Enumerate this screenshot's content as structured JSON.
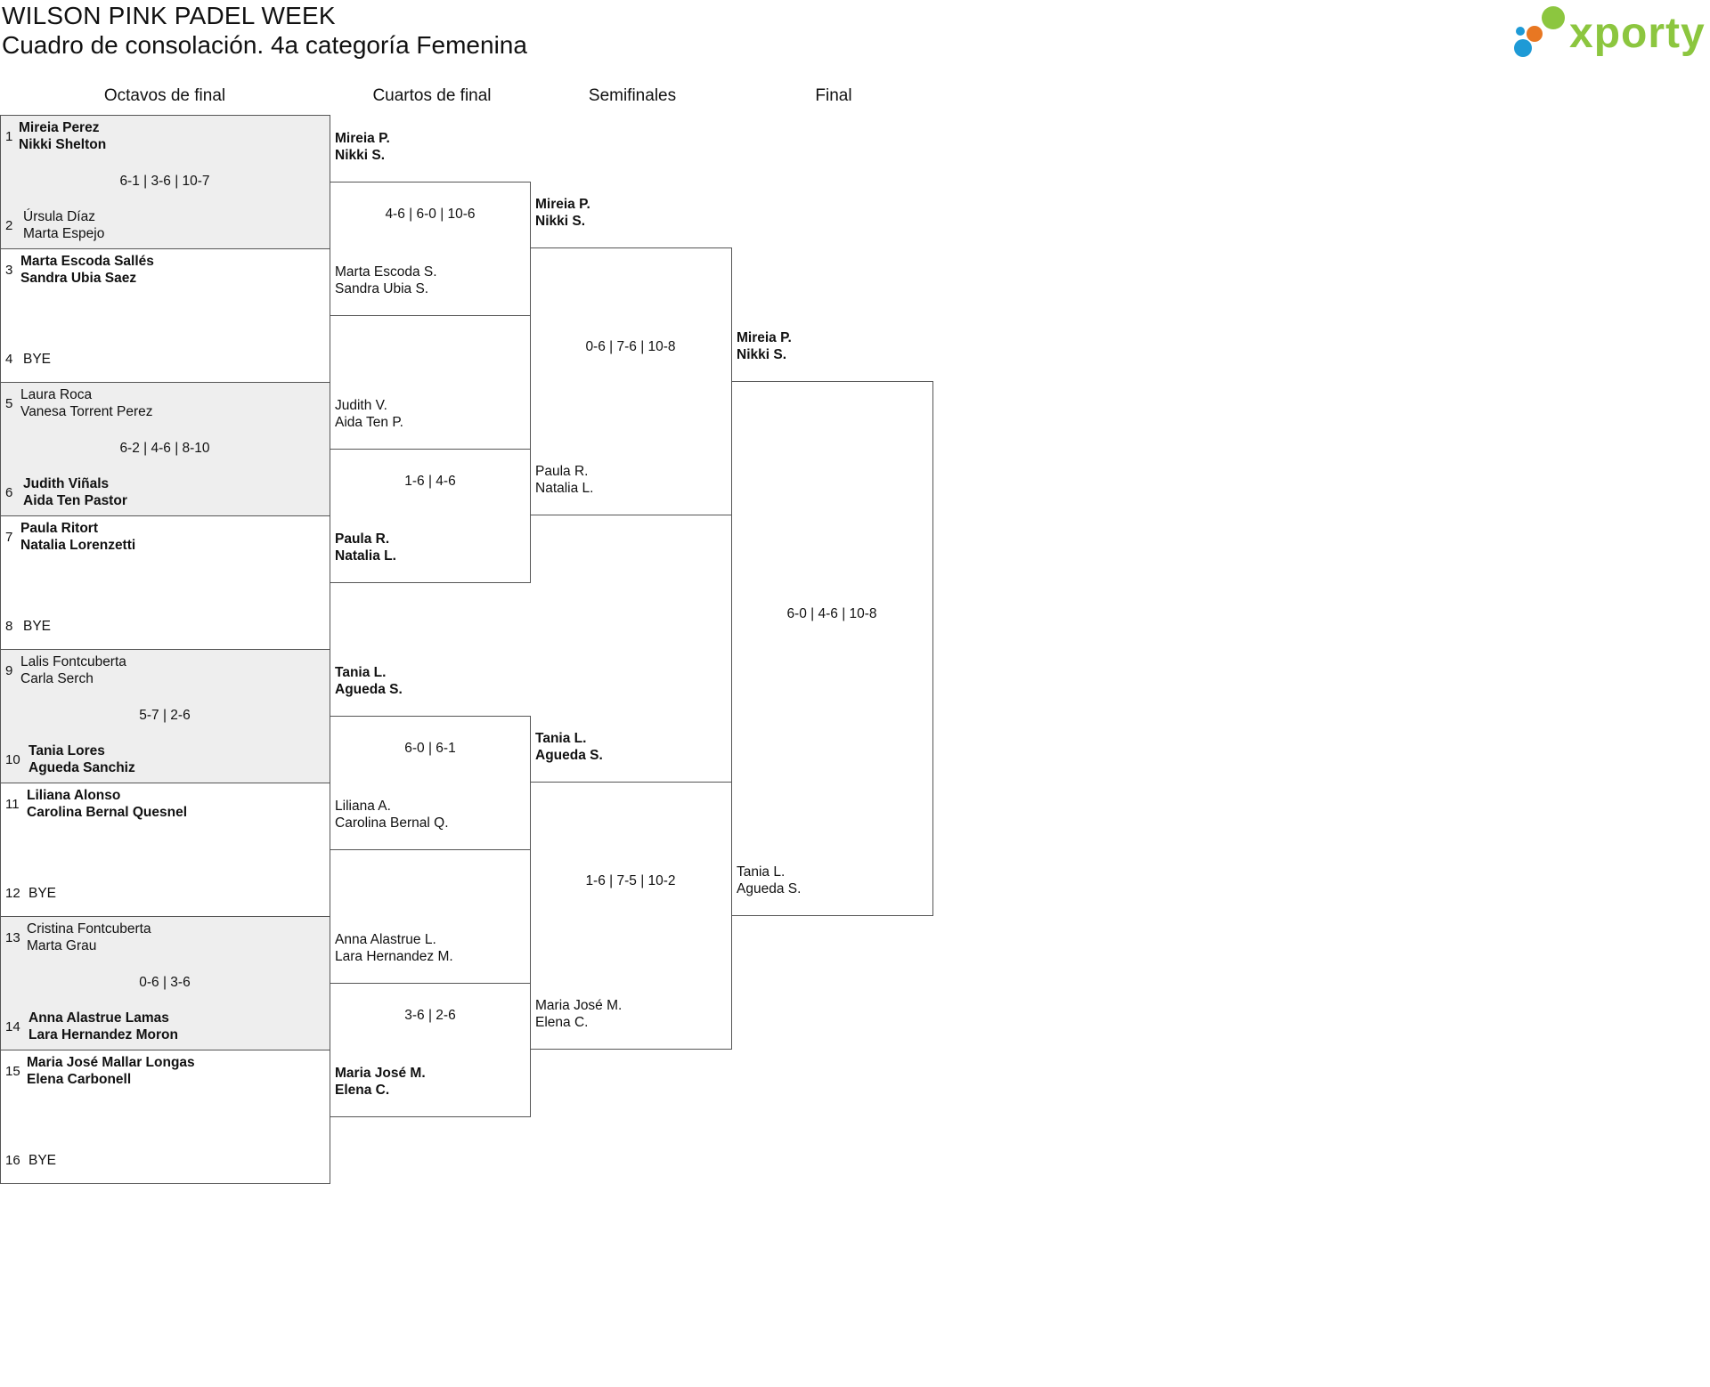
{
  "header": {
    "title": "WILSON PINK PADEL WEEK",
    "subtitle": "Cuadro de consolación. 4a categoría Femenina",
    "logo_text": "xporty"
  },
  "rounds": [
    "Octavos de final",
    "Cuartos de final",
    "Semifinales",
    "Final"
  ],
  "round_of_16": [
    {
      "shaded": true,
      "score": "6-1 | 3-6 | 10-7",
      "top": {
        "seed": "1",
        "players": [
          "Mireia Perez",
          "Nikki Shelton"
        ],
        "winner": true
      },
      "bottom": {
        "seed": "2",
        "players": [
          "Úrsula Díaz",
          "Marta Espejo"
        ],
        "winner": false
      }
    },
    {
      "shaded": false,
      "score": "",
      "top": {
        "seed": "3",
        "players": [
          "Marta Escoda Sallés",
          "Sandra Ubia Saez"
        ],
        "winner": true
      },
      "bottom": {
        "seed": "4",
        "players": [
          "BYE"
        ],
        "winner": false
      }
    },
    {
      "shaded": true,
      "score": "6-2 | 4-6 | 8-10",
      "top": {
        "seed": "5",
        "players": [
          "Laura Roca",
          "Vanesa Torrent Perez"
        ],
        "winner": false
      },
      "bottom": {
        "seed": "6",
        "players": [
          "Judith Viñals",
          "Aida Ten Pastor"
        ],
        "winner": true
      }
    },
    {
      "shaded": false,
      "score": "",
      "top": {
        "seed": "7",
        "players": [
          "Paula Ritort",
          "Natalia Lorenzetti"
        ],
        "winner": true
      },
      "bottom": {
        "seed": "8",
        "players": [
          "BYE"
        ],
        "winner": false
      }
    },
    {
      "shaded": true,
      "score": "5-7 | 2-6",
      "top": {
        "seed": "9",
        "players": [
          "Lalis Fontcuberta",
          "Carla Serch"
        ],
        "winner": false
      },
      "bottom": {
        "seed": "10",
        "players": [
          "Tania Lores",
          "Agueda Sanchiz"
        ],
        "winner": true
      }
    },
    {
      "shaded": false,
      "score": "",
      "top": {
        "seed": "11",
        "players": [
          "Liliana Alonso",
          "Carolina Bernal Quesnel"
        ],
        "winner": true
      },
      "bottom": {
        "seed": "12",
        "players": [
          "BYE"
        ],
        "winner": false
      }
    },
    {
      "shaded": true,
      "score": "0-6 | 3-6",
      "top": {
        "seed": "13",
        "players": [
          "Cristina Fontcuberta",
          "Marta Grau"
        ],
        "winner": false
      },
      "bottom": {
        "seed": "14",
        "players": [
          "Anna Alastrue Lamas",
          "Lara Hernandez Moron"
        ],
        "winner": true
      }
    },
    {
      "shaded": false,
      "score": "",
      "top": {
        "seed": "15",
        "players": [
          "Maria José Mallar Longas",
          "Elena Carbonell"
        ],
        "winner": true
      },
      "bottom": {
        "seed": "16",
        "players": [
          "BYE"
        ],
        "winner": false
      }
    }
  ],
  "quarterfinals": [
    {
      "score": "4-6 | 6-0 | 10-6",
      "top": {
        "players": [
          "Mireia P.",
          "Nikki S."
        ],
        "winner": true
      },
      "bottom": {
        "players": [
          "Marta Escoda S.",
          "Sandra Ubia S."
        ],
        "winner": false
      }
    },
    {
      "score": "1-6 | 4-6",
      "top": {
        "players": [
          "Judith V.",
          "Aida Ten P."
        ],
        "winner": false
      },
      "bottom": {
        "players": [
          "Paula R.",
          "Natalia L."
        ],
        "winner": true
      }
    },
    {
      "score": "6-0 | 6-1",
      "top": {
        "players": [
          "Tania L.",
          "Agueda S."
        ],
        "winner": true
      },
      "bottom": {
        "players": [
          "Liliana A.",
          "Carolina Bernal Q."
        ],
        "winner": false
      }
    },
    {
      "score": "3-6 | 2-6",
      "top": {
        "players": [
          "Anna Alastrue L.",
          "Lara Hernandez M."
        ],
        "winner": false
      },
      "bottom": {
        "players": [
          "Maria José M.",
          "Elena C."
        ],
        "winner": true
      }
    }
  ],
  "semifinals": [
    {
      "score": "0-6 | 7-6 | 10-8",
      "top": {
        "players": [
          "Mireia P.",
          "Nikki S."
        ],
        "winner": true
      },
      "bottom": {
        "players": [
          "Paula R.",
          "Natalia L."
        ],
        "winner": false
      }
    },
    {
      "score": "1-6 | 7-5 | 10-2",
      "top": {
        "players": [
          "Tania L.",
          "Agueda S."
        ],
        "winner": true
      },
      "bottom": {
        "players": [
          "Maria José M.",
          "Elena C."
        ],
        "winner": false
      }
    }
  ],
  "final": {
    "score": "6-0 | 4-6 | 10-8",
    "top": {
      "players": [
        "Mireia P.",
        "Nikki S."
      ],
      "winner": true
    },
    "bottom": {
      "players": [
        "Tania L.",
        "Agueda S."
      ],
      "winner": false
    }
  }
}
